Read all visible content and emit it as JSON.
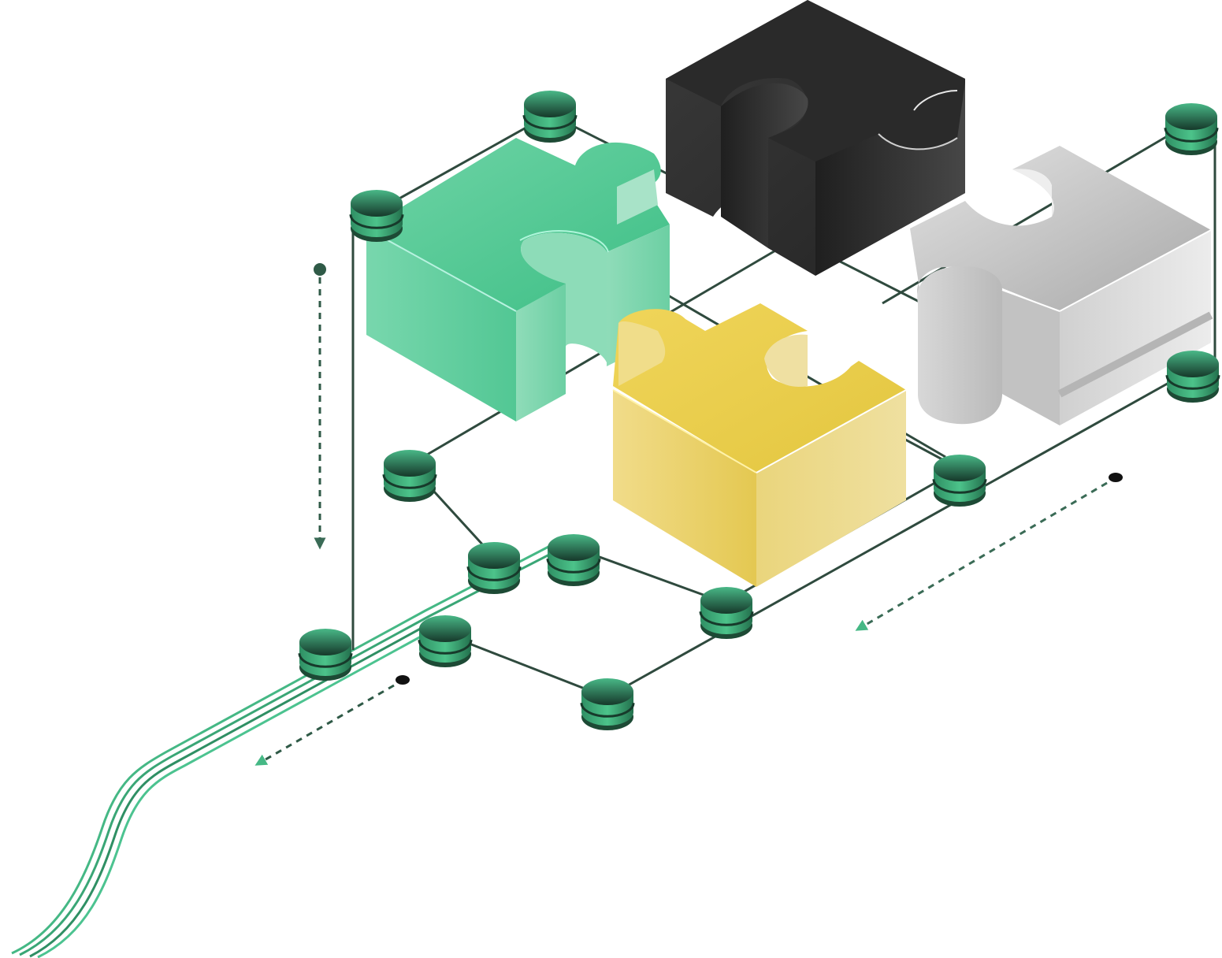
{
  "illustration": {
    "pieces": [
      {
        "name": "green-piece",
        "color": "#4cc890"
      },
      {
        "name": "black-piece",
        "color": "#2b2b2b"
      },
      {
        "name": "silver-piece",
        "color": "#c4c4c4"
      },
      {
        "name": "yellow-piece",
        "color": "#e8cd4a"
      }
    ],
    "node_color": "#2d8c63",
    "line_color": "#2f4a3e",
    "cable_color": "#45b885",
    "arrow_color": "#2f5a47"
  }
}
